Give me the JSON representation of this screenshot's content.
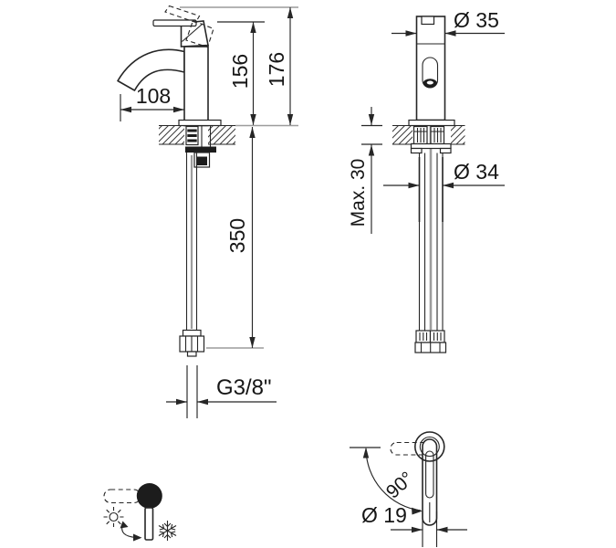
{
  "colors": {
    "line": "#262626",
    "gray": "#9c9c9c",
    "dark": "#1c1c1c",
    "text": "#161616"
  },
  "side_view": {
    "dims": {
      "spout_reach": "108",
      "spout_height": "156",
      "total_height": "176",
      "hose_length": "350",
      "connection_thread": "G3/8\""
    }
  },
  "front_view": {
    "dims": {
      "body_diameter": "Ø 35",
      "deck_thickness": "Max. 30",
      "shank_diameter": "Ø 34"
    }
  },
  "lever_detail": {
    "dims": {
      "rotation_angle": "90°",
      "lever_diameter": "Ø 19"
    }
  },
  "icons": {
    "hot": "sun-icon",
    "cold": "snowflake-icon",
    "temperature_rotation": "curved-double-arrow-icon",
    "lever_positions": "lever-rotation-icon"
  }
}
